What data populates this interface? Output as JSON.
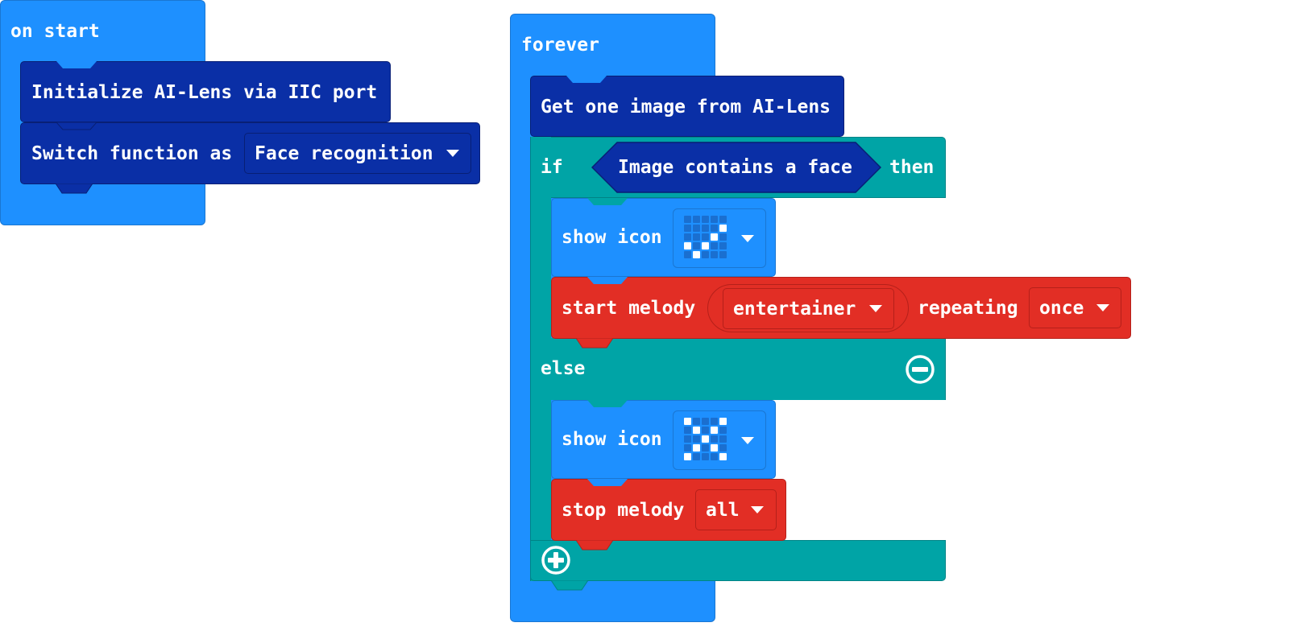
{
  "colors": {
    "basic_blue": "#1e90ff",
    "ai_lens_navy": "#0a2fa6",
    "logic_teal": "#00a4a6",
    "music_red": "#e22e25"
  },
  "on_start": {
    "label": "on start",
    "init_block": "Initialize AI-Lens via IIC port",
    "switch_block": {
      "label": "Switch function as",
      "value": "Face recognition"
    }
  },
  "forever": {
    "label": "forever",
    "get_image": "Get one image from AI-Lens",
    "if_block": {
      "if_label": "if",
      "condition": "Image contains a face",
      "then_label": "then",
      "else_label": "else"
    },
    "show_icon_1": {
      "label": "show icon",
      "icon_name": "yes-checkmark-icon",
      "leds": [
        [
          0,
          0,
          0,
          0,
          0
        ],
        [
          0,
          0,
          0,
          0,
          1
        ],
        [
          0,
          0,
          0,
          1,
          0
        ],
        [
          1,
          0,
          1,
          0,
          0
        ],
        [
          0,
          1,
          0,
          0,
          0
        ]
      ]
    },
    "start_melody": {
      "label": "start melody",
      "melody": "entertainer",
      "repeating_label": "repeating",
      "repeat_value": "once"
    },
    "show_icon_2": {
      "label": "show icon",
      "icon_name": "no-x-icon",
      "leds": [
        [
          1,
          0,
          0,
          0,
          1
        ],
        [
          0,
          1,
          0,
          1,
          0
        ],
        [
          0,
          0,
          1,
          0,
          0
        ],
        [
          0,
          1,
          0,
          1,
          0
        ],
        [
          1,
          0,
          0,
          0,
          1
        ]
      ]
    },
    "stop_melody": {
      "label": "stop melody",
      "value": "all"
    }
  }
}
